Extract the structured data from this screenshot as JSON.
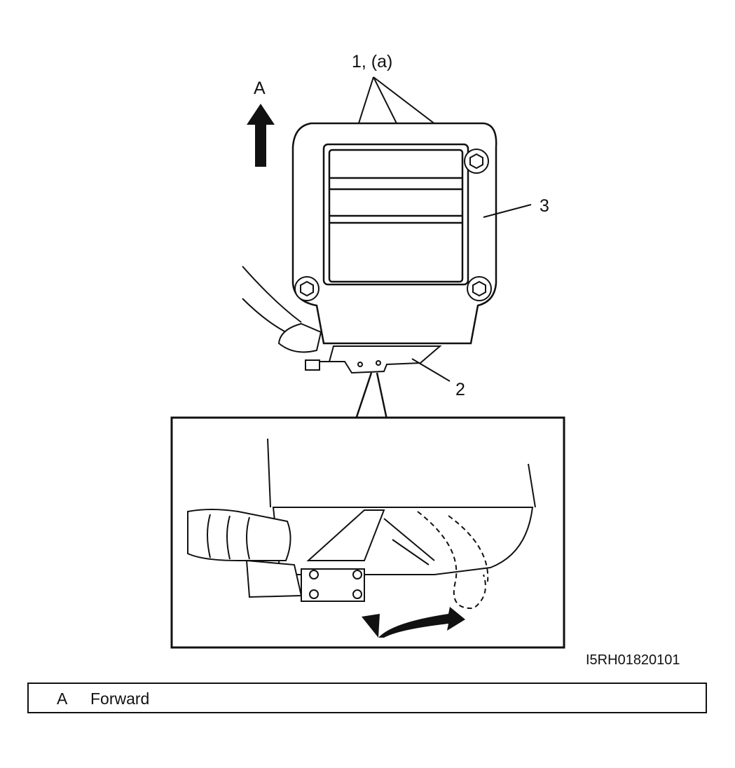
{
  "diagram": {
    "callouts": {
      "bolts": "1, (a)",
      "direction": "A",
      "part_2": "2",
      "part_3": "3"
    },
    "figure_id": "I5RH01820101"
  },
  "legend": {
    "items": [
      {
        "key": "A",
        "text": "Forward"
      }
    ]
  }
}
